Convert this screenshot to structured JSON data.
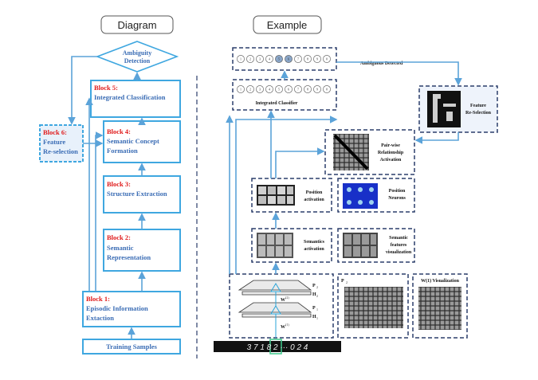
{
  "titles": {
    "diagram": "Diagram",
    "example": "Example"
  },
  "left": {
    "ambiguity": [
      "Ambiguity",
      "Detection"
    ],
    "block5": {
      "tag": "Block 5:",
      "lines": [
        "Integrated Classification"
      ]
    },
    "block6": {
      "tag": "Block 6:",
      "lines": [
        "Feature",
        "Re-selection"
      ]
    },
    "block4": {
      "tag": "Block 4:",
      "lines": [
        "Semantic Concept",
        "Formation"
      ]
    },
    "block3": {
      "tag": "Block 3:",
      "lines": [
        "Structure Extraction"
      ]
    },
    "block2": {
      "tag": "Block 2:",
      "lines": [
        "Semantic",
        "Representation"
      ]
    },
    "block1": {
      "tag": "Block 1:",
      "lines": [
        "Episodic Information",
        "Extaction"
      ]
    },
    "training": "Training Samples"
  },
  "right": {
    "ambiguous_detected": "Ambiguous Detected",
    "integrated_classifier": "Integrated Classifier",
    "feature_reselection": [
      "Feature",
      "Re-Selection"
    ],
    "pairwise": [
      "Pair-wise",
      "Relationship",
      "Activation"
    ],
    "position_activation": [
      "Position",
      "activation"
    ],
    "position_neurons": [
      "Position",
      "Neurons"
    ],
    "semantics_activation": [
      "Semantics",
      "activation"
    ],
    "semantic_features": [
      "Semantic",
      "features",
      "visualization"
    ],
    "network": {
      "p2": "P",
      "p2_sub": "2",
      "h2": "H",
      "h2_sub": "2",
      "p1": "P",
      "p1_sub": "1",
      "h1": "H",
      "h1_sub": "1",
      "w2": "W",
      "w2_sup": "(2)",
      "w1": "W",
      "w1_sup": "(1)"
    },
    "p2_panel": "P",
    "p2_panel_sub": "2",
    "w1_vis": "W(1) Visualization",
    "digits_strip": "3 7 1 8 2 ··· 0 2 4",
    "classifier_nodes": [
      "1",
      "2",
      "3",
      "4",
      "5",
      "6",
      "7",
      "8",
      "9",
      "0"
    ],
    "ambiguous_nodes": [
      "1",
      "2",
      "3",
      "4",
      "5",
      "6",
      "7",
      "8",
      "9",
      "0"
    ],
    "ambiguous_highlight": [
      4,
      5
    ]
  },
  "colors": {
    "box": "#3fa7e0",
    "arrow": "#5ba3d9",
    "dashed": "#2c3e6b",
    "red": "#e01b1b",
    "blue": "#3b6db5"
  }
}
